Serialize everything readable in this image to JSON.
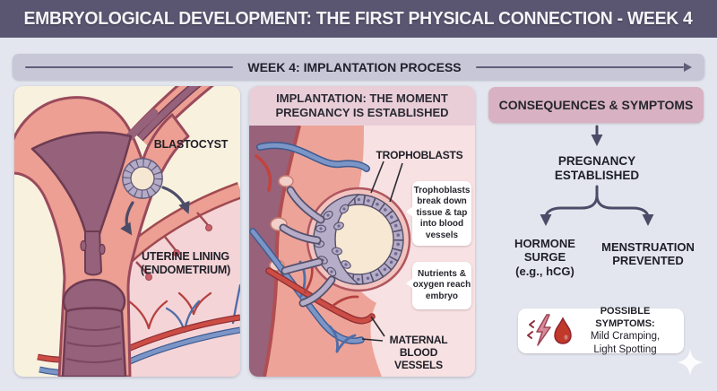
{
  "page": {
    "title": "EMBRYOLOGICAL DEVELOPMENT: THE FIRST PHYSICAL CONNECTION - WEEK 4"
  },
  "timeline_banner": {
    "label": "WEEK 4: IMPLANTATION PROCESS"
  },
  "left_panel": {
    "blastocyst_label": "BLASTOCYST",
    "uterine_lining_label": "UTERINE LINING\n(ENDOMETRIUM)"
  },
  "middle_panel": {
    "header_strong": "IMPLANTATION:",
    "header_rest": " THE MOMENT\nPREGNANCY IS ESTABLISHED",
    "trophoblasts_label": "TROPHOBLASTS",
    "callout_breakdown": "Trophoblasts\nbreak down\ntissue & tap\ninto blood\nvessels",
    "callout_nutrients": "Nutrients &\noxygen reach\nembryo",
    "maternal_vessels_label": "MATERNAL\nBLOOD VESSELS"
  },
  "right_panel": {
    "header": "CONSEQUENCES & SYMPTOMS",
    "node_pregnancy": "PREGNANCY\nESTABLISHED",
    "node_hormone": "HORMONE\nSURGE\n(e.g., hCG)",
    "node_menstruation": "MENSTRUATION\nPREVENTED",
    "symptoms_title": "POSSIBLE SYMPTOMS:",
    "symptoms_items": "Mild Cramping,\nLight Spotting",
    "symptom_icons": [
      "lightning-bolt",
      "blood-drop"
    ]
  },
  "decorations": {
    "sparkle_icon": "four-point-sparkle"
  },
  "colors": {
    "page_bg": "#e3e6ee",
    "header_bg": "#5a5671",
    "banner_bg": "#c8c7d7",
    "left_panel_bg": "#f8f1de",
    "mid_panel_bg": "#f7e1e2",
    "mid_header_bg": "#e9ced8",
    "consequences_bg": "#d8b2c2",
    "tissue_salmon": "#ec9f92",
    "cavity_mauve": "#96617a",
    "cell_purple": "#b6adc8",
    "artery_red": "#c2433e",
    "vein_blue": "#6b87bd",
    "arrow": "#4d4c68",
    "blood_drop": "#c0392b",
    "lightning": "#d98a9a"
  }
}
